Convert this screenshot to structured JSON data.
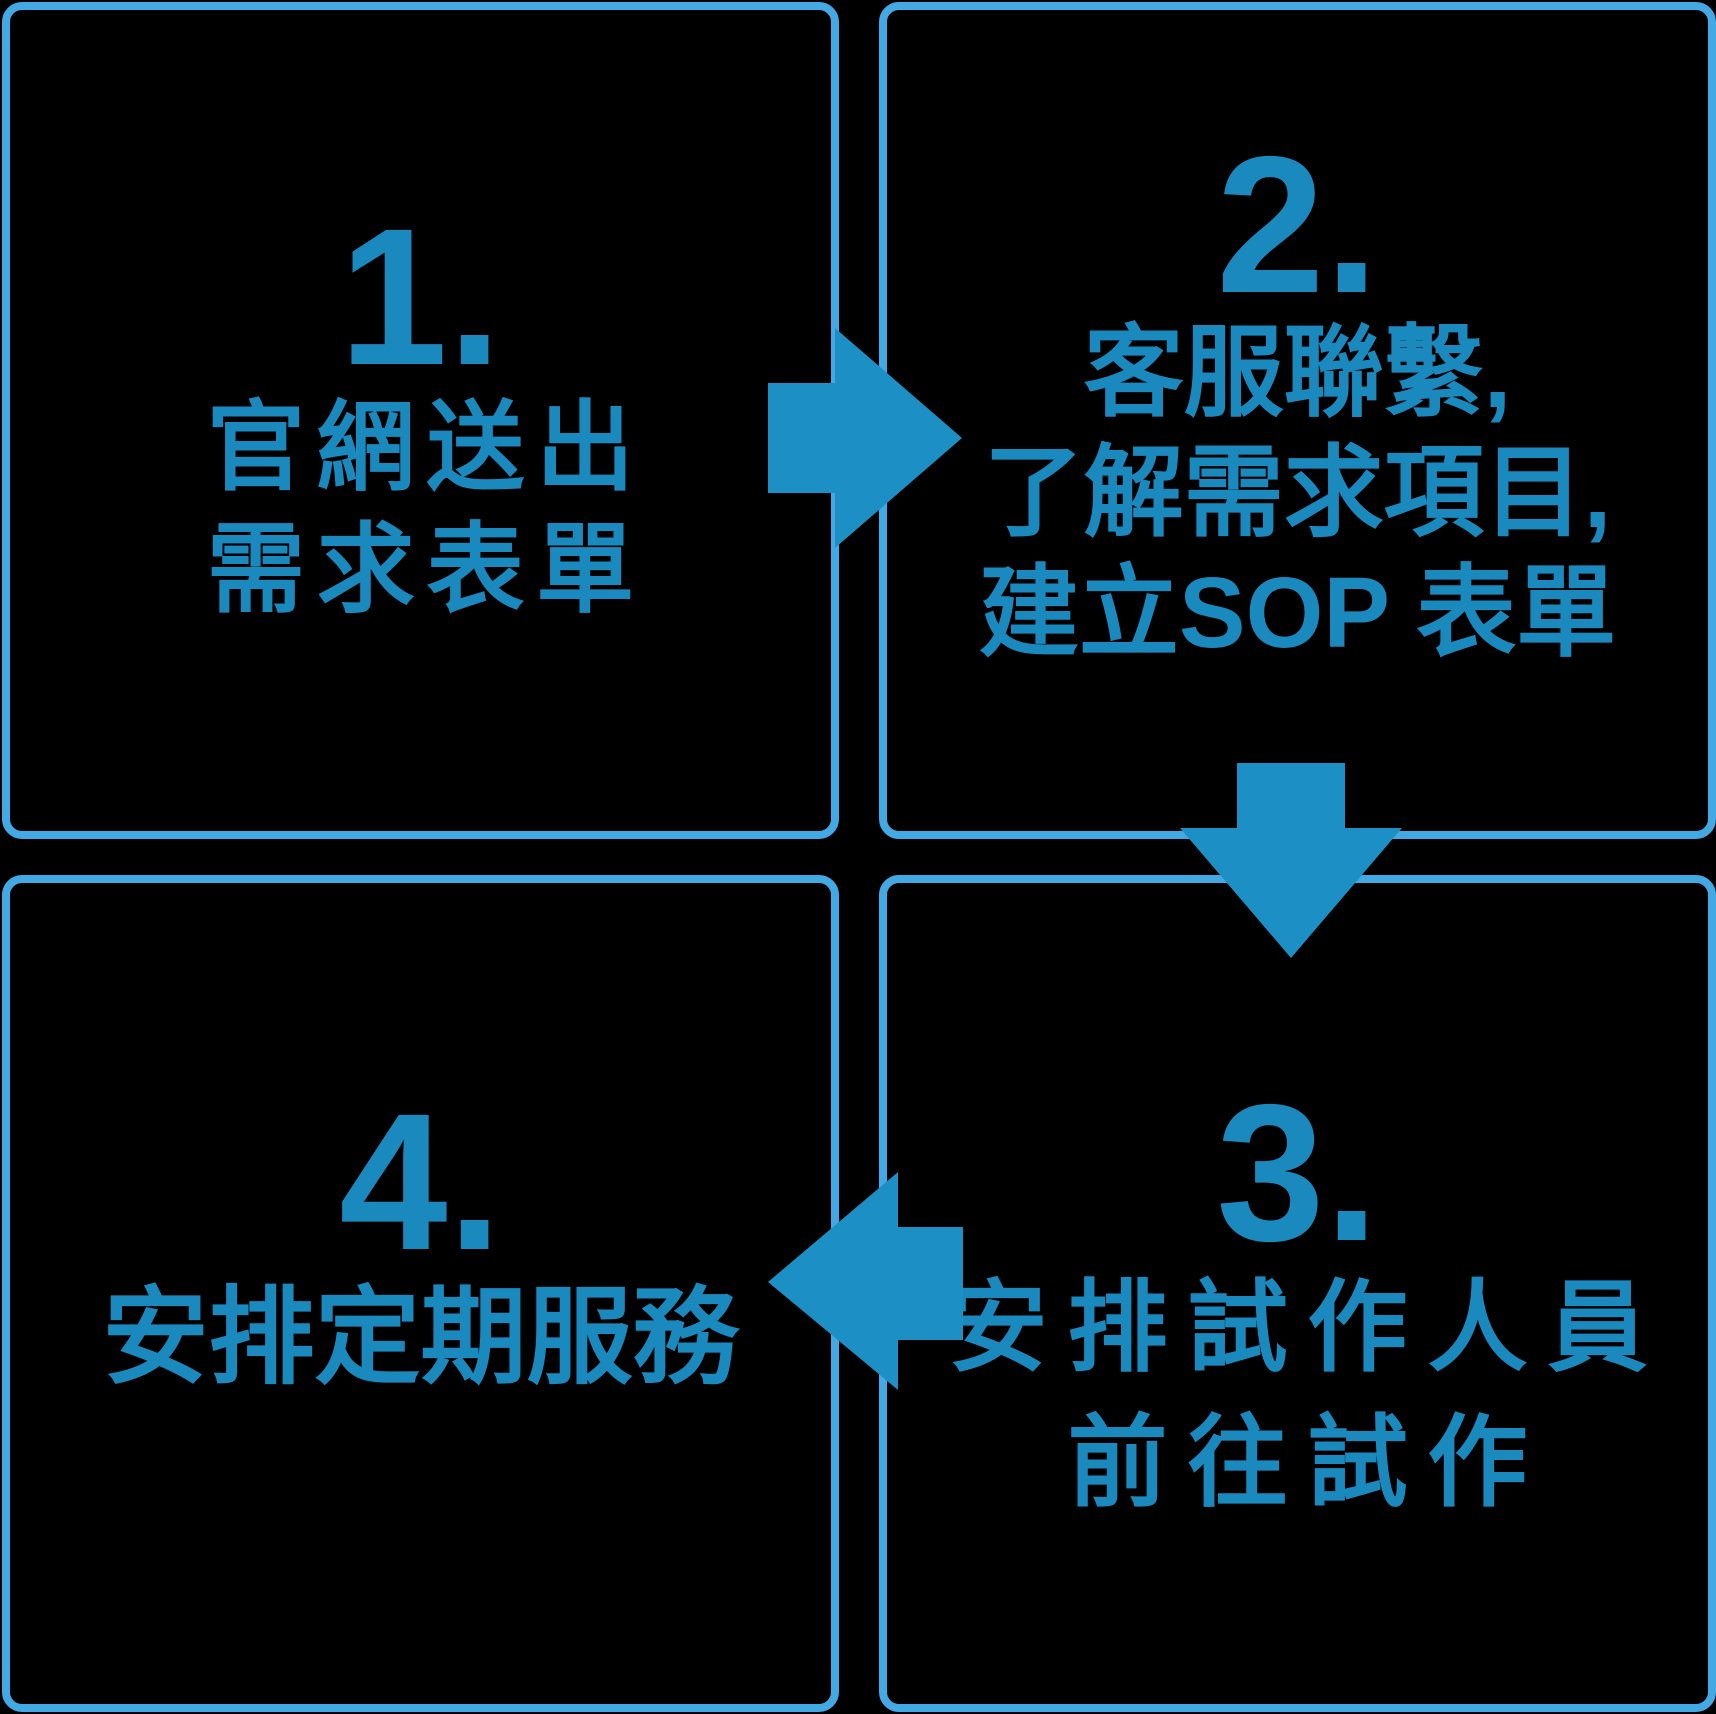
{
  "diagram": {
    "title_implied": "4-step service process flow",
    "colors": {
      "background": "#000000",
      "box_border": "#42A9E5",
      "text": "#1A89BE",
      "arrow": "#1C90C4"
    },
    "steps": [
      {
        "number": "1.",
        "lines": [
          "官網送出",
          "需求表單"
        ]
      },
      {
        "number": "2.",
        "lines": [
          "客服聯繫,",
          "了解需求項目,",
          "建立SOP 表單"
        ]
      },
      {
        "number": "3.",
        "lines": [
          "安排試作人員",
          "前往試作"
        ]
      },
      {
        "number": "4.",
        "lines": [
          "安排定期服務"
        ]
      }
    ],
    "arrows": [
      {
        "from": "1",
        "to": "2",
        "direction": "right"
      },
      {
        "from": "2",
        "to": "3",
        "direction": "down"
      },
      {
        "from": "3",
        "to": "4",
        "direction": "left"
      }
    ]
  }
}
